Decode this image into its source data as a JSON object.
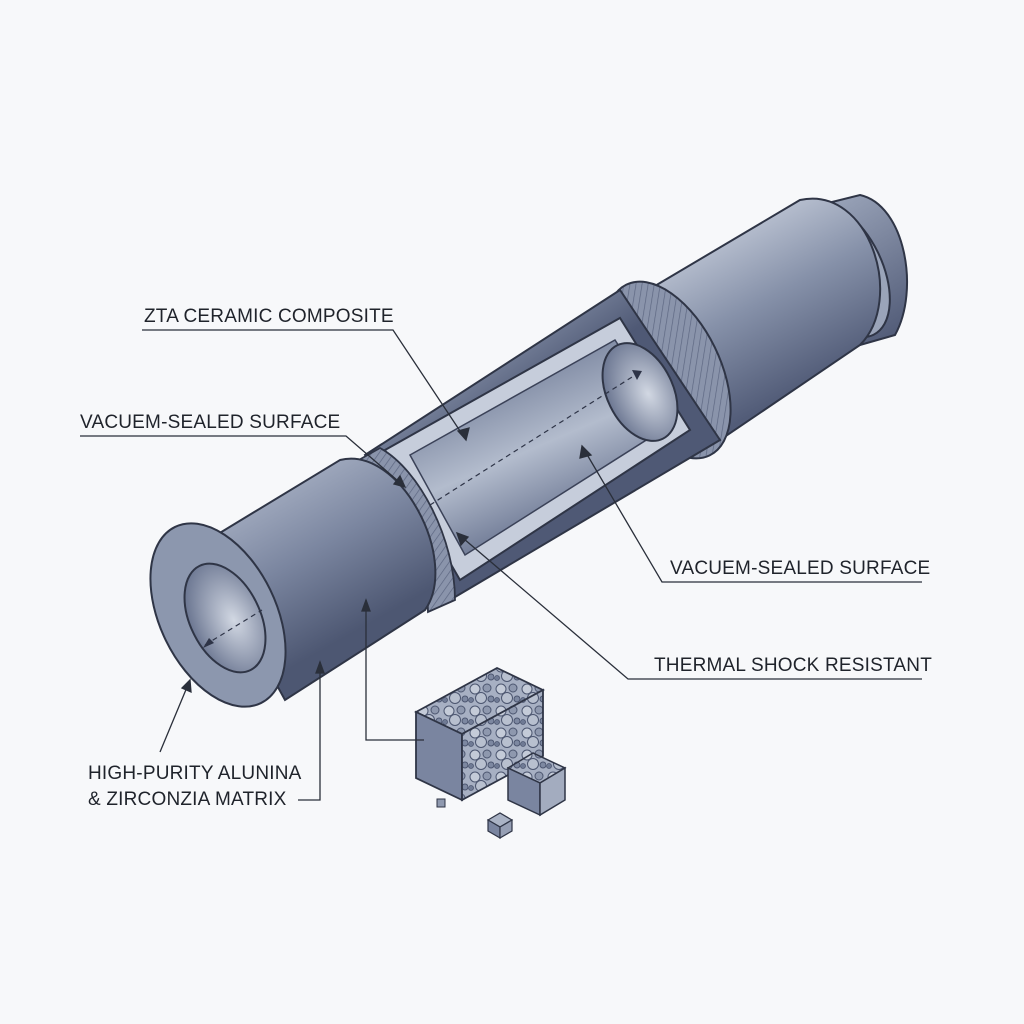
{
  "labels": {
    "zta": "ZTA CERAMIC COMPOSITE",
    "vacuum_left": "VACUEM-SEALED SURFACE",
    "vacuum_right": "VACUEM-SEALED SURFACE",
    "thermal": "THERMAL SHOCK RESISTANT",
    "matrix_line1": "HIGH-PURITY ALUNINA",
    "matrix_line2": "& ZIRCONZIA MATRIX"
  },
  "colors": {
    "background": "#f7f8fa",
    "steel_light": "#b6bfd0",
    "steel_mid": "#7f8aa3",
    "steel_dark": "#4e5873",
    "outline": "#2f3546",
    "leader": "#2a2f3a"
  }
}
